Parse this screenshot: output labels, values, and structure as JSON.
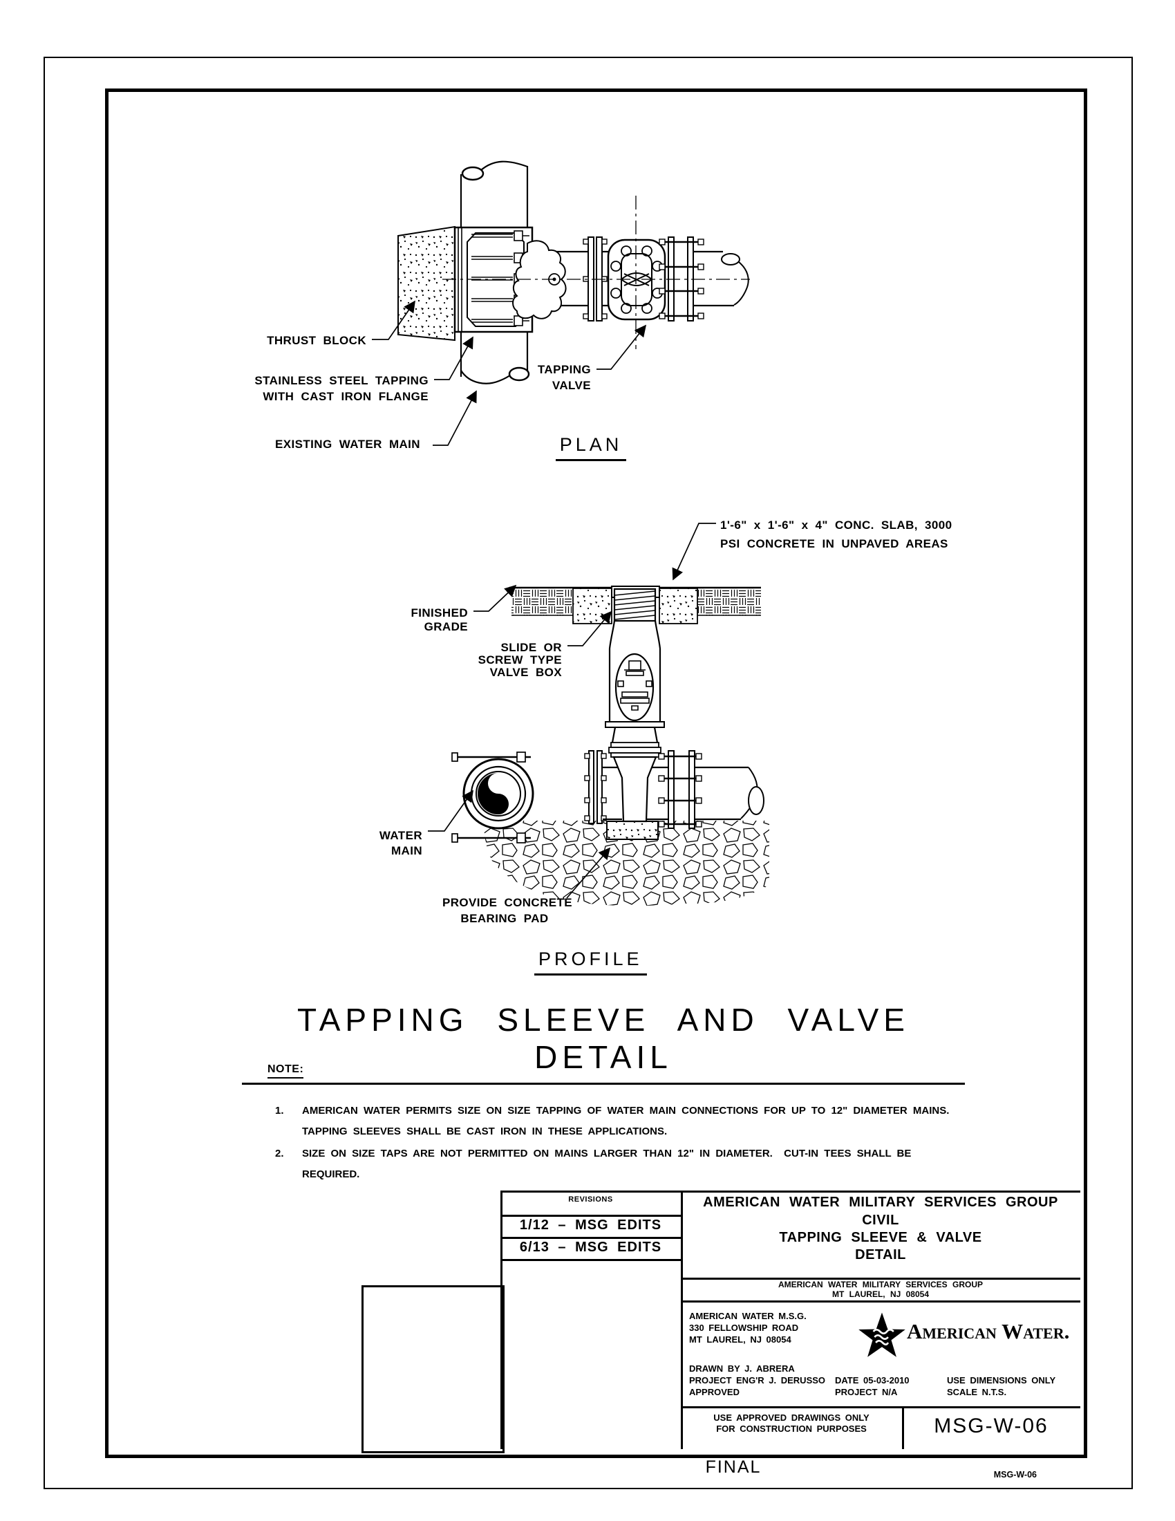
{
  "sheet": {
    "final_stamp": "FINAL",
    "sheet_no_footer": "MSG-W-06"
  },
  "plan_view": {
    "view_title": "PLAN",
    "thrust_block": "THRUST BLOCK",
    "stainless": [
      "STAINLESS STEEL TAPPING",
      "WITH CAST IRON FLANGE"
    ],
    "existing_main": "EXISTING WATER MAIN",
    "tapping_valve": [
      "TAPPING",
      "VALVE"
    ]
  },
  "profile_view": {
    "view_title": "PROFILE",
    "slab_callout": [
      "1'-6\" x 1'-6\" x 4\" CONC. SLAB, 3000",
      "PSI CONCRETE IN UNPAVED AREAS"
    ],
    "finished_grade": [
      "FINISHED",
      "GRADE"
    ],
    "valve_box": [
      "SLIDE OR",
      "SCREW TYPE",
      "VALVE BOX"
    ],
    "water_main": [
      "WATER",
      "MAIN"
    ],
    "bearing_pad": [
      "PROVIDE CONCRETE",
      "BEARING PAD"
    ]
  },
  "drawing_title": "TAPPING SLEEVE AND VALVE DETAIL",
  "notes": {
    "heading": "NOTE:",
    "item1_num": "1.",
    "item1_line1": "AMERICAN WATER PERMITS SIZE ON SIZE TAPPING OF WATER MAIN CONNECTIONS FOR UP TO 12\" DIAMETER MAINS.",
    "item1_line2": "TAPPING SLEEVES SHALL BE CAST IRON IN THESE APPLICATIONS.",
    "item2_num": "2.",
    "item2_line1": "SIZE ON SIZE TAPS ARE NOT PERMITTED ON MAINS LARGER THAN 12\" IN DIAMETER.  CUT-IN TEES SHALL BE",
    "item2_line2": "REQUIRED."
  },
  "title_block": {
    "revisions_header": "REVISIONS",
    "revision_rows": [
      "1/12 – MSG EDITS",
      "6/13 – MSG EDITS"
    ],
    "project_title": [
      "AMERICAN WATER MILITARY SERVICES GROUP",
      "CIVIL",
      "TAPPING SLEEVE & VALVE",
      "DETAIL"
    ],
    "org": [
      "AMERICAN WATER MILITARY SERVICES GROUP",
      "MT LAUREL, NJ 08054"
    ],
    "address": [
      "AMERICAN WATER M.S.G.",
      "330 FELLOWSHIP ROAD",
      "MT LAUREL, NJ 08054"
    ],
    "drawn_by": "DRAWN BY J. ABRERA",
    "proj_engr": "PROJECT ENG'R J. DERUSSO",
    "approved": "APPROVED",
    "date": "DATE 05-03-2010",
    "project": "PROJECT N/A",
    "use_dimensions": "USE DIMENSIONS ONLY",
    "scale": "SCALE N.T.S.",
    "logo_text": "American Water.",
    "disclaimer": [
      "USE APPROVED DRAWINGS ONLY",
      "FOR CONSTRUCTION PURPOSES"
    ],
    "sheet_no": "MSG-W-06"
  }
}
